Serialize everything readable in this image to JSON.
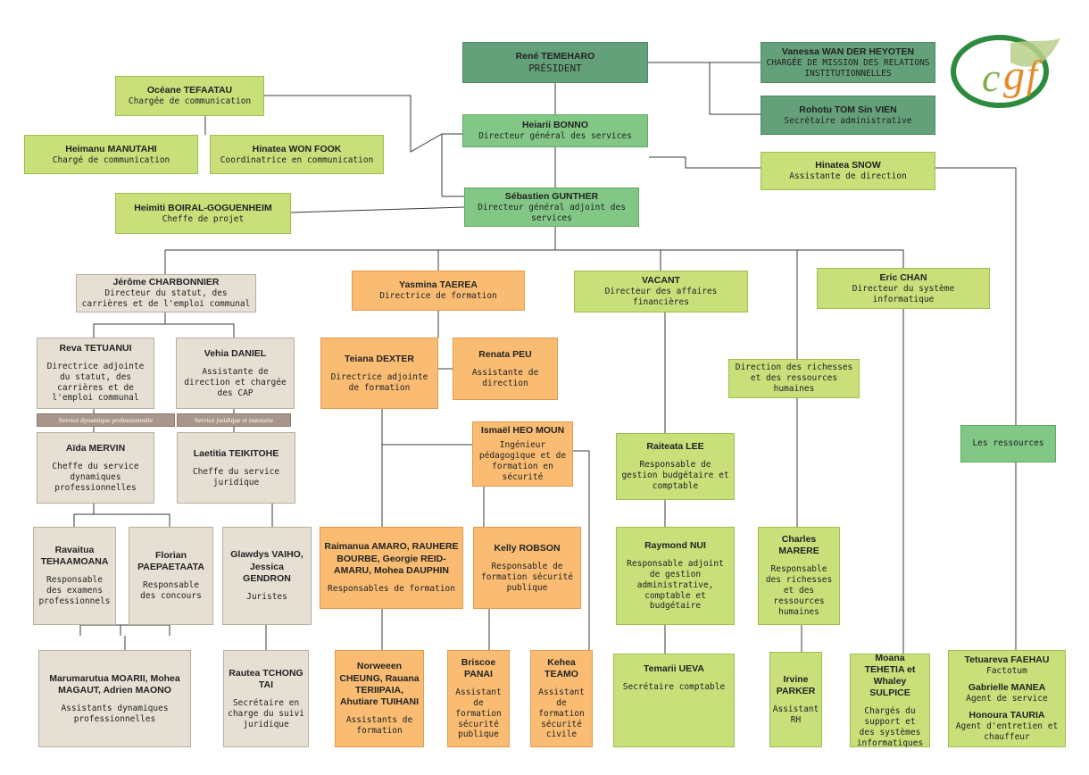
{
  "logo": {
    "text": "cgf"
  },
  "president": {
    "name": "René TEMEHARO",
    "role": "PRÉSIDENT"
  },
  "chargee_mission": {
    "name": "Vanessa WAN DER HEYOTEN",
    "role": "CHARGÉE DE MISSION DES RELATIONS INSTITUTIONNELLES"
  },
  "secretaire_admin": {
    "name": "Rohotu TOM Sin VIEN",
    "role": "Secrétaire administrative"
  },
  "communication": {
    "name": "Océane TEFAATAU",
    "role": "Chargée de communication"
  },
  "comm_staff": {
    "name": "Heimanu MANUTAHI",
    "role": "Chargé de communication"
  },
  "coord_comm": {
    "name": "Hinatea WON FOOK",
    "role": "Coordinatrice en communication"
  },
  "dgs": {
    "name": "Heiarii BONNO",
    "role": "Directeur général des services"
  },
  "assist_dir": {
    "name": "Hinatea SNOW",
    "role": "Assistante de direction"
  },
  "chef_projet": {
    "name": "Heimiti BOIRAL-GOGUENHEIM",
    "role": "Cheffe de projet"
  },
  "dgas": {
    "name": "Sébastien GUNTHER",
    "role": "Directeur général adjoint des services"
  },
  "dir_statut": {
    "name": "Jérôme CHARBONNIER",
    "role": "Directeur du statut, des carrières et de l'emploi communal"
  },
  "dir_formation": {
    "name": "Yasmina TAEREA",
    "role": "Directrice de formation"
  },
  "dir_finances": {
    "name": "VACANT",
    "role": "Directeur des affaires financières"
  },
  "dir_si": {
    "name": "Eric CHAN",
    "role": "Directeur du système informatique"
  },
  "adj_statut": {
    "name": "Reva TETUANUI",
    "role": "Directrice adjointe du statut, des carrières et de l'emploi communal"
  },
  "assist_cap": {
    "name": "Vehia DANIEL",
    "role": "Assistante de direction et chargée des CAP"
  },
  "svc_dyn_hdr": "Service dynamique professionnelle",
  "svc_jur_hdr": "Service juridique et statutaire",
  "chef_dyn": {
    "name": "Aïda MERVIN",
    "role": "Cheffe du service dynamiques professionnelles"
  },
  "chef_jur": {
    "name": "Laetitia TEIKITOHE",
    "role": "Cheffe du service juridique"
  },
  "resp_exam": {
    "name": "Ravaitua TEHAAMOANA",
    "role": "Responsable des examens professionnels"
  },
  "resp_concours": {
    "name": "Florian PAEPAETAATA",
    "role": "Responsable des concours"
  },
  "juristes": {
    "name": "Glawdys VAIHO, Jessica GENDRON",
    "role": "Juristes"
  },
  "assist_dyn": {
    "name": "Marumarutua MOARII, Mohea MAGAUT, Adrien MAONO",
    "role": "Assistants dynamiques professionnelles"
  },
  "sec_jur": {
    "name": "Rautea TCHONG TAI",
    "role": "Secrétaire en charge du suivi juridique"
  },
  "adj_formation": {
    "name": "Teiana DEXTER",
    "role": "Directrice adjointe de formation"
  },
  "assist_formation": {
    "name": "Renata PEU",
    "role": "Assistante de direction"
  },
  "ingenieur": {
    "name": "Ismaël HEO MOUN",
    "role": "Ingénieur pédagogique et de formation en sécurité"
  },
  "resp_formation": {
    "name": "Raimanua AMARO, RAUHERE BOURBE, Georgie REID-AMARU, Mohea DAUPHIN",
    "role": "Responsables de formation"
  },
  "resp_securite": {
    "name": "Kelly ROBSON",
    "role": "Responsable de formation sécurité publique"
  },
  "assist_form_staff": {
    "name": "Norweeen CHEUNG, Rauana TERIIPAIA, Ahutiare TUIHANI",
    "role": "Assistants de formation"
  },
  "assist_sec_pub": {
    "name": "Briscoe PANAI",
    "role": "Assistant de formation sécurité publique"
  },
  "assist_sec_civ": {
    "name": "Kehea TEAMO",
    "role": "Assistant de formation sécurité civile"
  },
  "resp_budget": {
    "name": "Raiteata LEE",
    "role": "Responsable de gestion budgétaire et comptable"
  },
  "adj_budget": {
    "name": "Raymond NUI",
    "role": "Responsable adjoint de gestion administrative, comptable et budgétaire"
  },
  "sec_comptable": {
    "name": "Temarii UEVA",
    "role": "Secrétaire comptable"
  },
  "dir_rh": {
    "role": "Direction des richesses et des ressources humaines"
  },
  "resp_rh": {
    "name": "Charles MARERE",
    "role": "Responsable des richesses et des ressources humaines"
  },
  "assist_rh": {
    "name": "Irvine PARKER",
    "role": "Assistant RH"
  },
  "ressources": {
    "role": "Les ressources"
  },
  "support_si": {
    "name": "Moana TEHETIA et Whaley SULPICE",
    "role": "Chargés du support et des systèmes informatiques"
  },
  "agents": {
    "name1": "Tetuareva FAEHAU",
    "role1": "Factotum",
    "name2": "Gabrielle MANEA",
    "role2": "Agent de service",
    "name3": "Honoura TAURIA",
    "role3": "Agent d'entretien et chauffeur"
  },
  "colors": {
    "dark_green": "#64a07a",
    "mid_green": "#82c785",
    "light_green": "#c8df7a",
    "orange": "#f9bc72",
    "beige": "#e6e0d4",
    "header_brown": "#a8968a"
  }
}
